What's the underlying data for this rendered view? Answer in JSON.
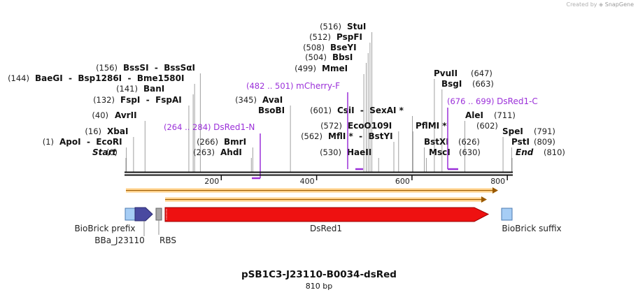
{
  "credit": {
    "prefix": "Created by",
    "brand": "SnapGene"
  },
  "title": "pSB1C3-J23110-B0034-dsRed",
  "length_label": "810 bp",
  "ruler_ticks": [
    "200",
    "400",
    "600",
    "800"
  ],
  "sites": [
    {
      "pos": "(0)",
      "name": "Start",
      "italic": true
    },
    {
      "pos": "(1)",
      "name": "ApoI  -  EcoRI"
    },
    {
      "pos": "(16)",
      "name": "XbaI"
    },
    {
      "pos": "(40)",
      "name": "AvrII"
    },
    {
      "pos": "(132)",
      "name": "FspI  -  FspAI"
    },
    {
      "pos": "(141)",
      "name": "BanI"
    },
    {
      "pos": "(144)",
      "name": "BaeGI  -  Bsp1286I  -  Bme1580I"
    },
    {
      "pos": "(156)",
      "name": "BssSI  -  BssSαI"
    },
    {
      "pos": "(263)",
      "name": "AhdI"
    },
    {
      "pos": "(266)",
      "name": "BmrI"
    },
    {
      "pos": "(345)",
      "name": "AvaI",
      "name2": "BsoBI"
    },
    {
      "pos": "(499)",
      "name": "MmeI"
    },
    {
      "pos": "(504)",
      "name": "BbsI"
    },
    {
      "pos": "(508)",
      "name": "BseYI"
    },
    {
      "pos": "(512)",
      "name": "PspFI"
    },
    {
      "pos": "(516)",
      "name": "StuI"
    },
    {
      "pos": "(530)",
      "name": "HaeII"
    },
    {
      "pos": "(562)",
      "name": "MflI *  -  BstYI"
    },
    {
      "pos": "(572)",
      "name": "EcoO109I"
    },
    {
      "pos": "(601)",
      "name": "CsiI  -  SexAI *"
    },
    {
      "pos": "(602)",
      "name": "PflMI *"
    },
    {
      "pos": "(626)",
      "name": "BstXI"
    },
    {
      "pos": "(630)",
      "name": "MscI"
    },
    {
      "pos": "(647)",
      "name": "PvuII"
    },
    {
      "pos": "(663)",
      "name": "BsgI"
    },
    {
      "pos": "(711)",
      "name": "AleI"
    },
    {
      "pos": "(791)",
      "name": "SpeI"
    },
    {
      "pos": "(809)",
      "name": "PstI"
    },
    {
      "pos": "(810)",
      "name": "End",
      "italic": true
    }
  ],
  "primers": [
    {
      "range": "(264 .. 284)",
      "name": "DsRed1-N"
    },
    {
      "range": "(482 .. 501)",
      "name": "mCherry-F"
    },
    {
      "range": "(676 .. 699)",
      "name": "DsRed1-C"
    }
  ],
  "features": {
    "prefix": "BioBrick prefix",
    "promoter": "BBa_J23110",
    "rbs": "RBS",
    "cds": "DsRed1",
    "suffix": "BioBrick suffix"
  },
  "colors": {
    "primer": "#9b30d9",
    "cds_fill": "#ee1111",
    "promoter_fill": "#4a4aa0",
    "biobrick_fill": "#a6cdf5",
    "orf_arrow": "#ffd18a",
    "orf_line": "#9a5a00"
  }
}
